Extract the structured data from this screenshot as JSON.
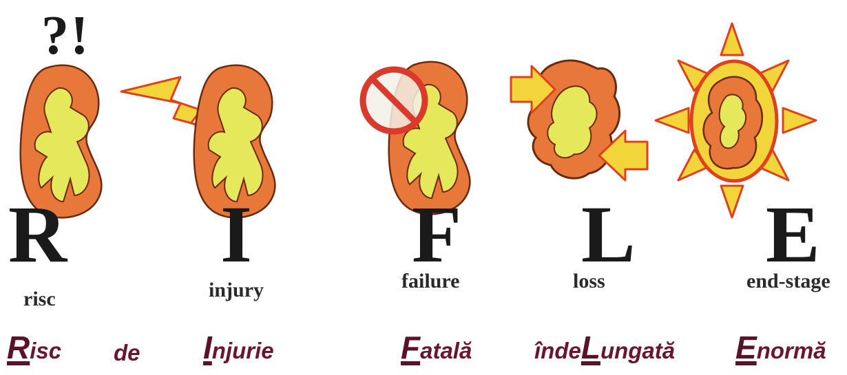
{
  "header": {
    "caption": ""
  },
  "risk_mark": "?!",
  "stages": [
    {
      "letter": "R",
      "word": "risc",
      "icon": "kidney-question-icon"
    },
    {
      "letter": "I",
      "word": "injury",
      "icon": "kidney-lightning-icon"
    },
    {
      "letter": "F",
      "word": "failure",
      "icon": "kidney-prohibited-icon"
    },
    {
      "letter": "L",
      "word": "loss",
      "icon": "shrunken-kidney-arrows-icon"
    },
    {
      "letter": "E",
      "word": "end-stage",
      "icon": "kidney-sun-icon"
    }
  ],
  "romanian_mnemonic": {
    "risc": {
      "big": "R",
      "rest": "isc"
    },
    "de": "de",
    "injurie": {
      "big": "I",
      "rest": "njurie"
    },
    "fatala": {
      "big": "F",
      "rest": "atală"
    },
    "indelungata": {
      "prefix": "înde",
      "big": "L",
      "rest": "ungată"
    },
    "enorma": {
      "big": "E",
      "rest": "normă"
    }
  },
  "colors": {
    "kidney_outer": "#e8773a",
    "kidney_inner": "#e4e85a",
    "outline": "#6b2a10",
    "sun": "#f2d53a",
    "sun_outline": "#e0401e",
    "prohibit": "#d93a2c",
    "text_dark": "#1a1a1a",
    "mnemonic": "#6a1630"
  }
}
